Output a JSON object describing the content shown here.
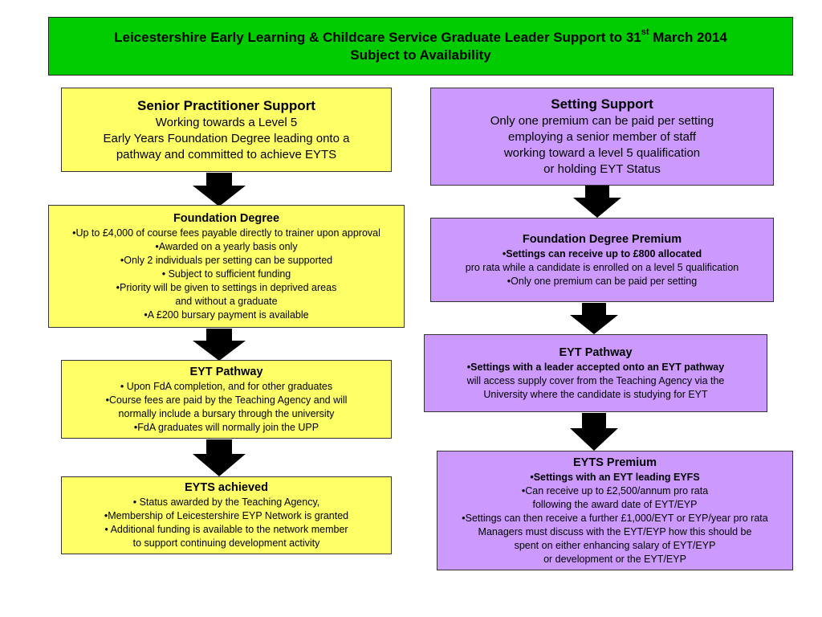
{
  "header": {
    "line1_pre": "Leicestershire Early Learning & Childcare Service Graduate Leader Support to 31",
    "line1_sup": "st",
    "line1_post": " March 2014",
    "line2": "Subject to Availability"
  },
  "left": {
    "senior": {
      "title": "Senior Practitioner Support",
      "lines": [
        "Working towards a Level 5",
        "Early Years Foundation Degree leading onto a",
        "pathway and committed to achieve EYTS"
      ]
    },
    "foundation": {
      "title": "Foundation Degree",
      "lines": [
        "•Up to £4,000 of course fees payable directly to trainer upon approval",
        "•Awarded on a yearly basis only",
        "•Only 2 individuals per setting can be supported",
        "• Subject to sufficient funding",
        "•Priority will be given to settings in deprived areas",
        "and without a graduate",
        "•A £200 bursary payment is available"
      ]
    },
    "eyt": {
      "title": "EYT Pathway",
      "lines": [
        "• Upon FdA  completion, and for other graduates",
        "•Course fees are paid by the Teaching Agency and will",
        "normally include a bursary through the university",
        "•FdA graduates will normally join the UPP"
      ]
    },
    "eyts": {
      "title": "EYTS achieved",
      "lines": [
        "• Status awarded by the Teaching Agency,",
        "•Membership of Leicestershire EYP Network is granted",
        "• Additional funding is available to the network member",
        "to support continuing development activity"
      ]
    }
  },
  "right": {
    "setting": {
      "title": "Setting Support",
      "lines": [
        "Only one premium can be paid per setting",
        "employing a senior member of staff",
        "working toward a level 5 qualification",
        "or holding EYT Status"
      ]
    },
    "fd_premium": {
      "title": "Foundation Degree Premium",
      "lines": [
        "•Settings can receive up to £800 allocated",
        "pro rata while a candidate is enrolled on a level 5 qualification",
        "•Only one premium can be paid per setting"
      ]
    },
    "eyt": {
      "title": "EYT Pathway",
      "lines": [
        "•Settings with a leader accepted onto an EYT pathway",
        "will access supply cover  from the Teaching Agency via the",
        "University where  the candidate is studying for EYT"
      ]
    },
    "eyts_premium": {
      "title": "EYTS Premium",
      "lines": [
        "•Settings with an EYT leading EYFS",
        "•Can receive up to £2,500/annum pro rata",
        "following the award date of EYT/EYP",
        "•Settings can then receive a further £1,000/EYT or EYP/year pro rata",
        "Managers must discuss with the EYT/EYP how this should be",
        "spent on either enhancing salary of EYT/EYP",
        "or development or the EYT/EYP"
      ]
    }
  },
  "colors": {
    "header": "#00cc00",
    "left_boxes": "#ffff66",
    "right_boxes": "#cc99ff",
    "arrows": "#000000"
  }
}
